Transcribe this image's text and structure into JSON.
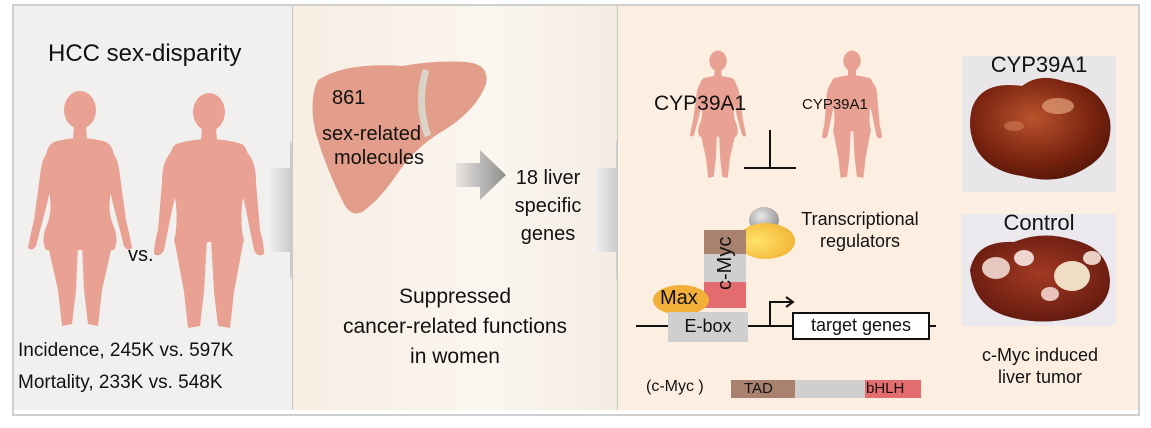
{
  "panel1": {
    "title": "HCC sex-disparity",
    "vs": "vs.",
    "incidence": "Incidence, 245K vs. 597K",
    "mortality": "Mortality, 233K vs. 548K"
  },
  "panel2": {
    "liver_text": [
      "861",
      "sex-related",
      "molecules"
    ],
    "genes_text": [
      "18 liver",
      "specific",
      "genes"
    ],
    "bottom_text": [
      "Suppressed",
      "cancer-related functions",
      "in women"
    ]
  },
  "panel3": {
    "female_label": "CYP39A1",
    "male_label": "CYP39A1",
    "photo1_label": "CYP39A1",
    "photo2_label": "Control",
    "regulators": [
      "Transcriptional",
      "regulators"
    ],
    "cmyc": "c-Myc",
    "max": "Max",
    "ebox": "E-box",
    "target_genes": "target genes",
    "tumor_label": [
      "c-Myc induced",
      "liver tumor"
    ],
    "domain_prefix": "(c-Myc )",
    "tad": "TAD",
    "bhlh": "bHLH"
  },
  "colors": {
    "silhouette": "#e8a192",
    "liver": "#e39e8b",
    "tad": "#a9826f",
    "bhlh": "#e36c6f",
    "max": "#f2b03b",
    "regulator": "#f6c840",
    "gray_box": "#cfcfcf"
  }
}
